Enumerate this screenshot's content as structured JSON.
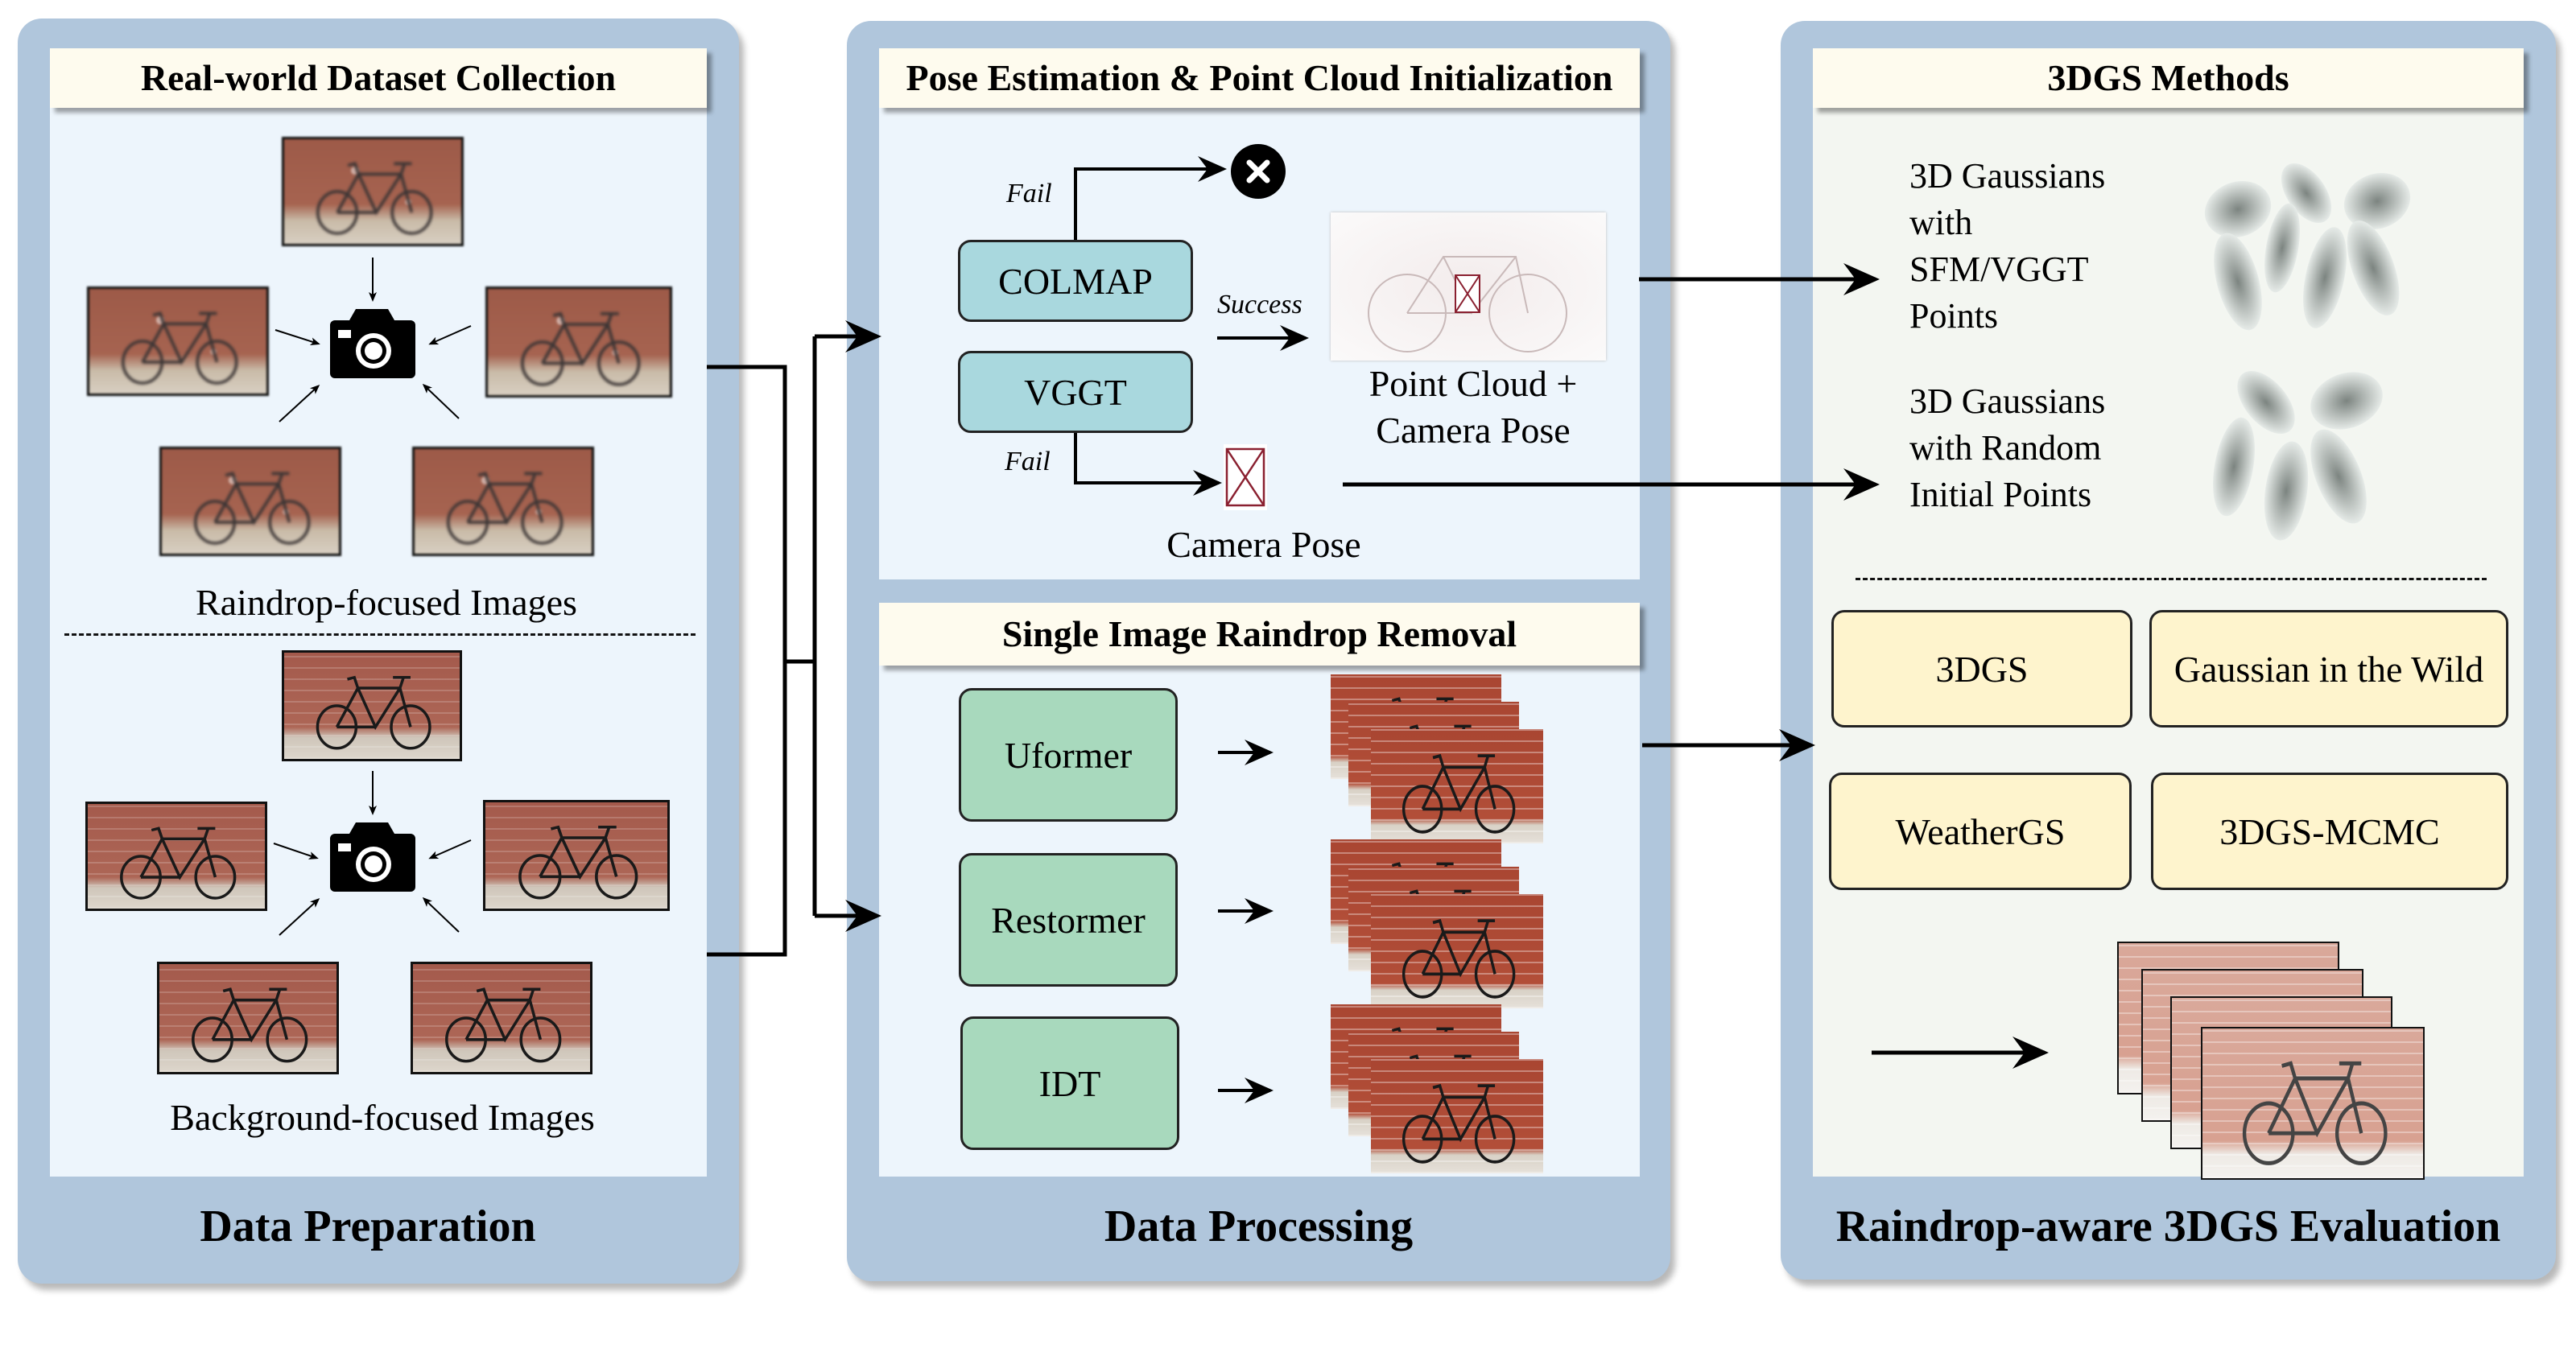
{
  "panels": {
    "left": {
      "header": "Real-world Dataset Collection",
      "footer": "Data Preparation",
      "group_top_caption": "Raindrop-focused Images",
      "group_bottom_caption": "Background-focused Images",
      "group_top_icon": "camera-icon",
      "group_bottom_icon": "camera-icon"
    },
    "middle": {
      "upper_header": "Pose Estimation & Point Cloud Initialization",
      "lower_header": "Single Image Raindrop Removal",
      "footer": "Data Processing",
      "pose": {
        "methods": [
          "COLMAP",
          "VGGT"
        ],
        "fail_label_top": "Fail",
        "fail_label_bottom": "Fail",
        "success_label": "Success",
        "fail_icon": "close-circle-icon",
        "point_cloud_caption_line1": "Point Cloud +",
        "point_cloud_caption_line2": "Camera Pose",
        "camera_pose_caption": "Camera Pose"
      },
      "removal_methods": [
        "Uformer",
        "Restormer",
        "IDT"
      ]
    },
    "right": {
      "header": "3DGS Methods",
      "footer": "Raindrop-aware 3DGS Evaluation",
      "init_options": [
        {
          "lines": [
            "3D Gaussians",
            "with",
            "SFM/VGGT",
            "Points"
          ]
        },
        {
          "lines": [
            "3D Gaussians",
            "with Random",
            "Initial Points"
          ]
        }
      ],
      "methods": [
        "3DGS",
        "Gaussian in the Wild",
        "WeatherGS",
        "3DGS-MCMC"
      ]
    }
  },
  "colors": {
    "panel": "#b0c6dc",
    "inner_blue": "#edf5fc",
    "inner_gray": "#f3f6f1",
    "header_cream": "#fefbee",
    "teal_box": "#a9d8de",
    "green_box": "#a8d9bd",
    "cream_box": "#fef4cd"
  }
}
